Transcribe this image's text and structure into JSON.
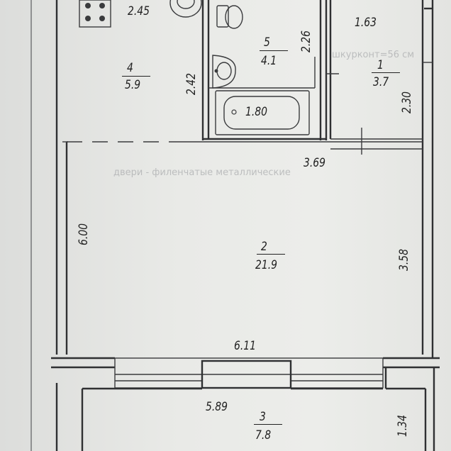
{
  "rooms": {
    "kitchen": {
      "number": "4",
      "area": "5.9"
    },
    "bathroom": {
      "number": "5",
      "area": "4.1"
    },
    "hallway": {
      "number": "1",
      "area": "3.7"
    },
    "main": {
      "number": "2",
      "area": "21.9"
    },
    "balcony": {
      "number": "3",
      "area": "7.8"
    }
  },
  "dimensions": {
    "kitchen_width": "2.45",
    "hallway_width": "1.63",
    "main_room_width": "3.69",
    "room_width_bottom": "6.11",
    "balcony_width": "5.89",
    "bathtub_length": "1.80",
    "bath_depth": "2.26",
    "kitchen_depth": "2.42",
    "hallway_depth": "2.30",
    "main_room_depth_left": "6.00",
    "main_room_depth_right": "3.58",
    "balcony_depth": "1.34"
  },
  "background_text": {
    "line1": "шкурконт=56 см",
    "line2": "двери - филенчатые металлические"
  }
}
